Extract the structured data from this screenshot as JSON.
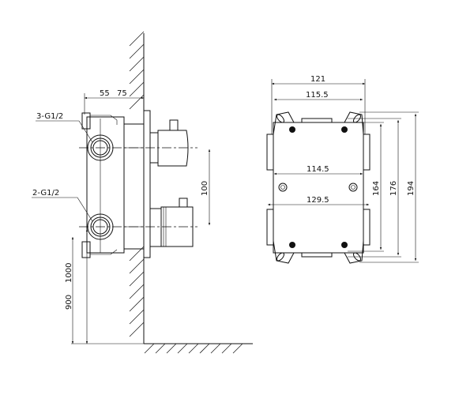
{
  "side_view": {
    "port_labels": [
      "3-G1/2",
      "2-G1/2"
    ],
    "depth_dims": [
      "55",
      "75"
    ],
    "spacing_dim": "100",
    "height_dims": [
      "900",
      "1000"
    ]
  },
  "front_view": {
    "width_dims": [
      "121",
      "115.5",
      "114.5",
      "129.5"
    ],
    "height_dims": [
      "164",
      "176",
      "194"
    ]
  }
}
